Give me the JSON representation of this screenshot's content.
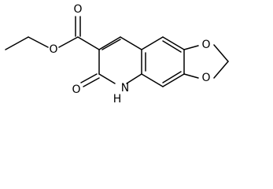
{
  "atoms": {
    "O_ester_carbonyl": "O",
    "O_ester_ether": "O",
    "O_lactam": "O",
    "N_lactam": "N",
    "H_lactam": "H",
    "O_dioxole_top": "O",
    "O_dioxole_bottom": "O"
  },
  "colors": {
    "ink": "#000000",
    "background": "#ffffff"
  }
}
